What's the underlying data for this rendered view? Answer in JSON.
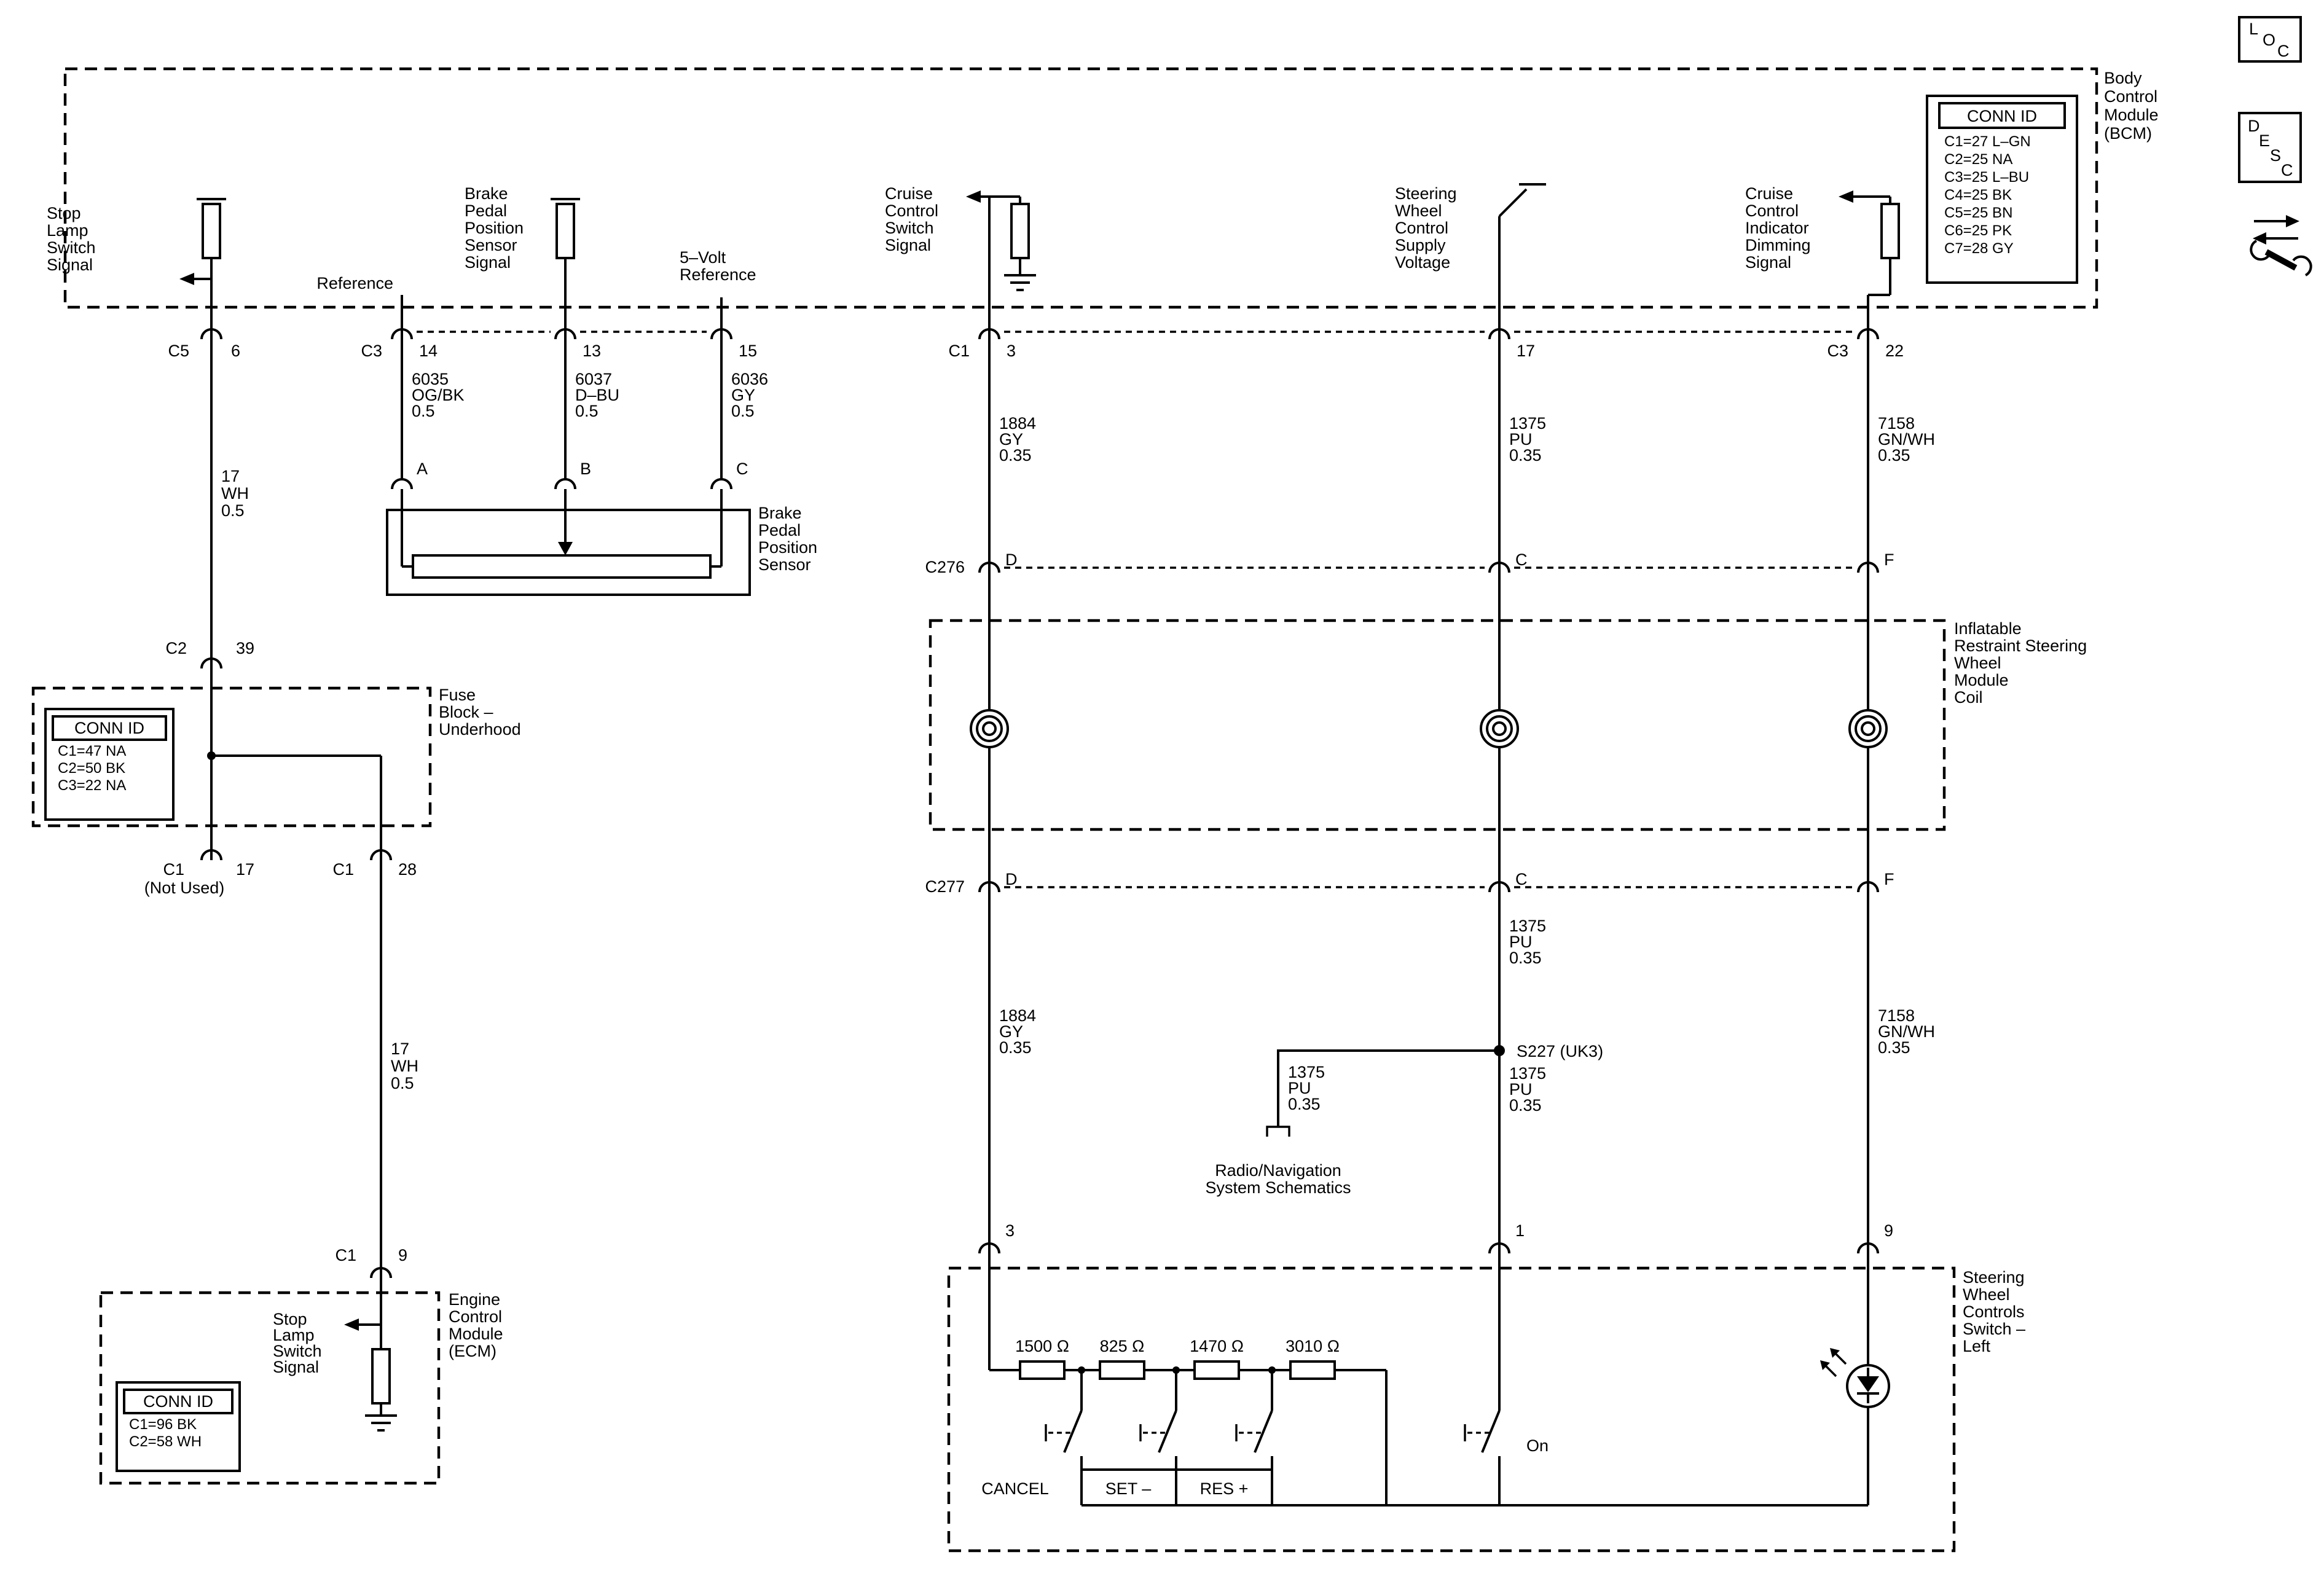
{
  "colors": {
    "background": "#ffffff",
    "ink": "#000000"
  },
  "corner_icons": {
    "loc_letters": [
      "L",
      "O",
      "C"
    ],
    "desc_letters": [
      "D",
      "E",
      "S",
      "C"
    ]
  },
  "bcm": {
    "title_lines": [
      "Body",
      "Control",
      "Module",
      "(BCM)"
    ],
    "conn_id": {
      "title": "CONN ID",
      "rows": [
        "C1=27 L–GN",
        "C2=25 NA",
        "C3=25 L–BU",
        "C4=25 BK",
        "C5=25 BN",
        "C6=25 PK",
        "C7=28 GY"
      ]
    },
    "stop_lamp_lines": [
      "Stop",
      "Lamp",
      "Switch",
      "Signal"
    ],
    "brake_pedal_lines": [
      "Brake",
      "Pedal",
      "Position",
      "Sensor",
      "Signal"
    ],
    "reference_label": "Reference",
    "five_volt_lines": [
      "5–Volt",
      "Reference"
    ],
    "cruise_switch_lines": [
      "Cruise",
      "Control",
      "Switch",
      "Signal"
    ],
    "supply_lines": [
      "Steering",
      "Wheel",
      "Control",
      "Supply",
      "Voltage"
    ],
    "indicator_lines": [
      "Cruise",
      "Control",
      "Indicator",
      "Dimming",
      "Signal"
    ],
    "pin_c5": "C5",
    "pin_6": "6",
    "pin_c3": "C3",
    "pin_14": "14",
    "pin_13": "13",
    "pin_15": "15",
    "pin_c1": "C1",
    "pin_3": "3",
    "pin_17": "17",
    "pin_c3r": "C3",
    "pin_22": "22"
  },
  "wire_labels": {
    "w17wh": [
      "17",
      "WH",
      "0.5"
    ],
    "w6035": [
      "6035",
      "OG/BK",
      "0.5"
    ],
    "w6037": [
      "6037",
      "D–BU",
      "0.5"
    ],
    "w6036": [
      "6036",
      "GY",
      "0.5"
    ],
    "w1884": [
      "1884",
      "GY",
      "0.35"
    ],
    "w1375": [
      "1375",
      "PU",
      "0.35"
    ],
    "w7158": [
      "7158",
      "GN/WH",
      "0.35"
    ]
  },
  "brake_sensor": {
    "label_lines": [
      "Brake",
      "Pedal",
      "Position",
      "Sensor"
    ],
    "pin_a": "A",
    "pin_b": "B",
    "pin_c": "C"
  },
  "fuse_block": {
    "label_lines": [
      "Fuse",
      "Block –",
      "Underhood"
    ],
    "conn_id": {
      "title": "CONN ID",
      "rows": [
        "C1=47 NA",
        "C2=50 BK",
        "C3=22 NA"
      ]
    },
    "pin_c2": "C2",
    "pin_39": "39",
    "pin_c1_left": "C1",
    "pin_17": "17",
    "not_used": "(Not Used)",
    "pin_c1_right": "C1",
    "pin_28": "28"
  },
  "ecm": {
    "label_lines": [
      "Engine",
      "Control",
      "Module",
      "(ECM)"
    ],
    "stop_lamp_lines": [
      "Stop",
      "Lamp",
      "Switch",
      "Signal"
    ],
    "conn_id": {
      "title": "CONN ID",
      "rows": [
        "C1=96 BK",
        "C2=58 WH"
      ]
    },
    "pin_c1": "C1",
    "pin_9": "9"
  },
  "inline_connectors": {
    "c276": "C276",
    "c277": "C277",
    "pin_d": "D",
    "pin_c": "C",
    "pin_f": "F"
  },
  "coil_module": {
    "label_lines": [
      "Inflatable",
      "Restraint Steering",
      "Wheel",
      "Module",
      "Coil"
    ]
  },
  "splice": {
    "label": "S227 (UK3)"
  },
  "radio_nav": {
    "label_lines": [
      "Radio/Navigation",
      "System Schematics"
    ]
  },
  "sws": {
    "label_lines": [
      "Steering",
      "Wheel",
      "Controls",
      "Switch –",
      "Left"
    ],
    "pin_3": "3",
    "pin_1": "1",
    "pin_9": "9",
    "r1": "1500 Ω",
    "r2": "825 Ω",
    "r3": "1470 Ω",
    "r4": "3010 Ω",
    "cancel": "CANCEL",
    "set": "SET –",
    "res": "RES +",
    "on": "On"
  }
}
